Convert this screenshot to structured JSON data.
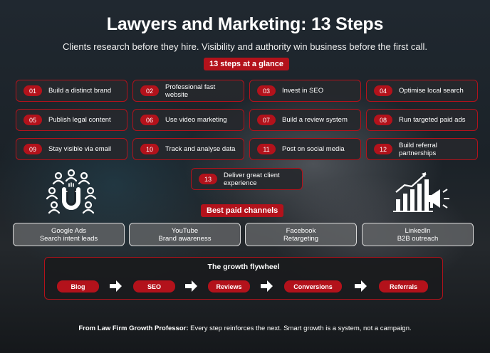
{
  "title": "Lawyers and Marketing: 13 Steps",
  "subtitle": "Clients research before they hire. Visibility and authority win business before the first call.",
  "steps_heading": "13 steps at a glance",
  "steps": [
    {
      "num": "01",
      "label": "Build a distinct brand"
    },
    {
      "num": "02",
      "label": "Professional fast website"
    },
    {
      "num": "03",
      "label": "Invest in SEO"
    },
    {
      "num": "04",
      "label": "Optimise local search"
    },
    {
      "num": "05",
      "label": "Publish legal content"
    },
    {
      "num": "06",
      "label": "Use video marketing"
    },
    {
      "num": "07",
      "label": "Build a review system"
    },
    {
      "num": "08",
      "label": "Run targeted paid ads"
    },
    {
      "num": "09",
      "label": "Stay visible via email"
    },
    {
      "num": "10",
      "label": "Track and analyse data"
    },
    {
      "num": "11",
      "label": "Post on social media"
    },
    {
      "num": "12",
      "label": "Build referral partnerships"
    },
    {
      "num": "13",
      "label": "Deliver great client experience"
    }
  ],
  "channels_heading": "Best paid channels",
  "channels": [
    {
      "name": "Google Ads",
      "desc": "Search intent leads"
    },
    {
      "name": "YouTube",
      "desc": "Brand awareness"
    },
    {
      "name": "Facebook",
      "desc": "Retargeting"
    },
    {
      "name": "LinkedIn",
      "desc": "B2B outreach"
    }
  ],
  "flywheel": {
    "title": "The growth flywheel",
    "steps": [
      "Blog",
      "SEO",
      "Reviews",
      "Conversions",
      "Referrals"
    ]
  },
  "footer": {
    "source": "From Law Firm Growth Professor:",
    "text": " Every step reinforces the next. Smart growth is a system, not a campaign."
  },
  "icons": {
    "left": "magnet-people-icon",
    "right": "growth-chart-megaphone-icon",
    "arrow": "arrow-right-icon"
  },
  "colors": {
    "accent": "#b3121b",
    "background": "#1a1f24"
  }
}
